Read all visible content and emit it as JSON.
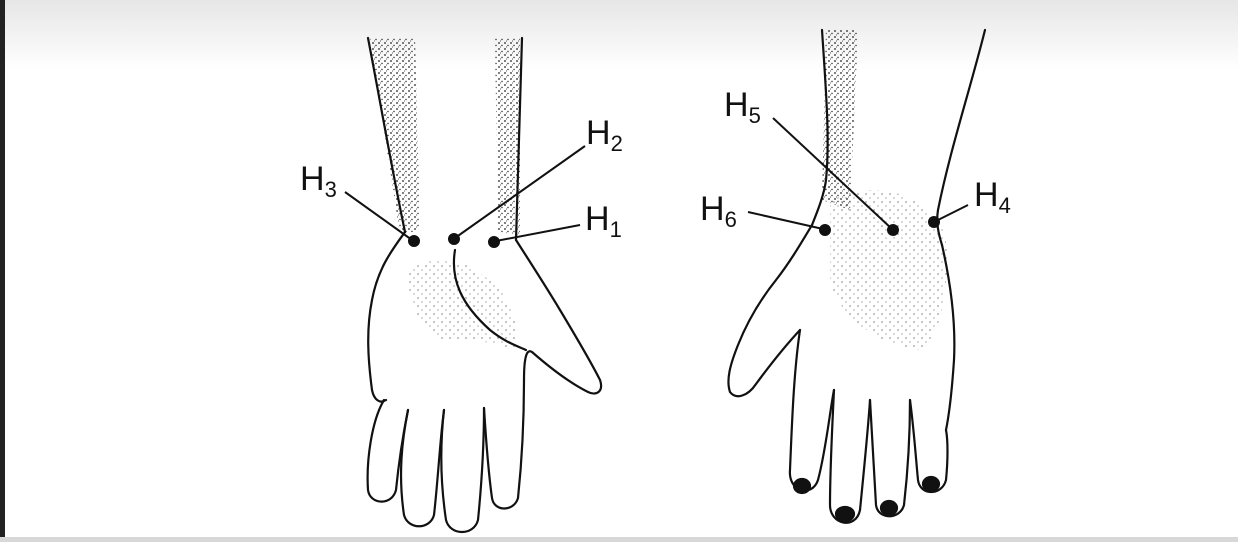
{
  "points": [
    {
      "id": "H1",
      "letter": "H",
      "num": "1"
    },
    {
      "id": "H2",
      "letter": "H",
      "num": "2"
    },
    {
      "id": "H3",
      "letter": "H",
      "num": "3"
    },
    {
      "id": "H4",
      "letter": "H",
      "num": "4"
    },
    {
      "id": "H5",
      "letter": "H",
      "num": "5"
    },
    {
      "id": "H6",
      "letter": "H",
      "num": "6"
    }
  ],
  "colors": {
    "ink": "#111111",
    "paper": "#ffffff",
    "scan_shadow": "#e9e9e9"
  }
}
